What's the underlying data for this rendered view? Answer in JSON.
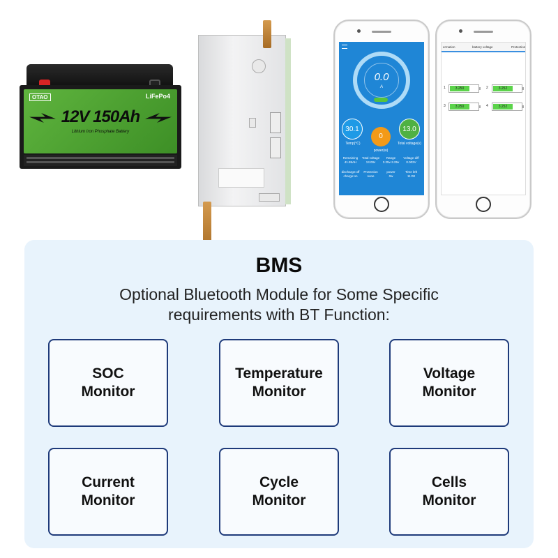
{
  "battery": {
    "brand": "OTAO",
    "chemistry": "LiFePo4",
    "spec": "12V 150Ah",
    "subtitle": "Lithium Iron Phosphate Battery"
  },
  "phone1": {
    "gauge_value": "0.0",
    "gauge_unit": "A",
    "temp_value": "30.1",
    "temp_label": "Temp(°C)",
    "power_value": "0",
    "power_label": "power(w)",
    "voltage_value": "13.0",
    "voltage_label": "Total voltage(v)",
    "stats": [
      {
        "label": "Remaining",
        "value": "41.99AH"
      },
      {
        "label": "Total voltage",
        "value": "13.00v"
      },
      {
        "label": "Range",
        "value": "3.25v-3.25v"
      },
      {
        "label": "Voltage diff",
        "value": "0.002V"
      },
      {
        "label": "discharge:off",
        "value": "charge:on"
      },
      {
        "label": "Protection",
        "value": "none"
      },
      {
        "label": "power",
        "value": "0w"
      },
      {
        "label": "Time left",
        "value": "11:00"
      }
    ]
  },
  "phone2": {
    "tabs": [
      "ermation",
      "battery voltage",
      "Protection"
    ],
    "cells": [
      {
        "num": "1",
        "value": "3.250"
      },
      {
        "num": "2",
        "value": "3.252"
      },
      {
        "num": "3",
        "value": "3.250"
      },
      {
        "num": "4",
        "value": "3.252"
      }
    ]
  },
  "panel": {
    "title": "BMS",
    "subtitle_line1": "Optional Bluetooth Module for Some Specific",
    "subtitle_line2": "requirements with BT Function:",
    "features": [
      {
        "line1": "SOC",
        "line2": "Monitor"
      },
      {
        "line1": "Temperature",
        "line2": "Monitor"
      },
      {
        "line1": "Voltage",
        "line2": "Monitor"
      },
      {
        "line1": "Current",
        "line2": "Monitor"
      },
      {
        "line1": "Cycle",
        "line2": "Monitor"
      },
      {
        "line1": "Cells",
        "line2": "Monitor"
      }
    ]
  },
  "colors": {
    "panel_bg": "#e8f3fc",
    "card_border": "#1e3a7a",
    "battery_green": "#5fb43e",
    "app_blue": "#1f86d6",
    "power_orange": "#f39a18",
    "cell_green": "#5bd34a"
  }
}
